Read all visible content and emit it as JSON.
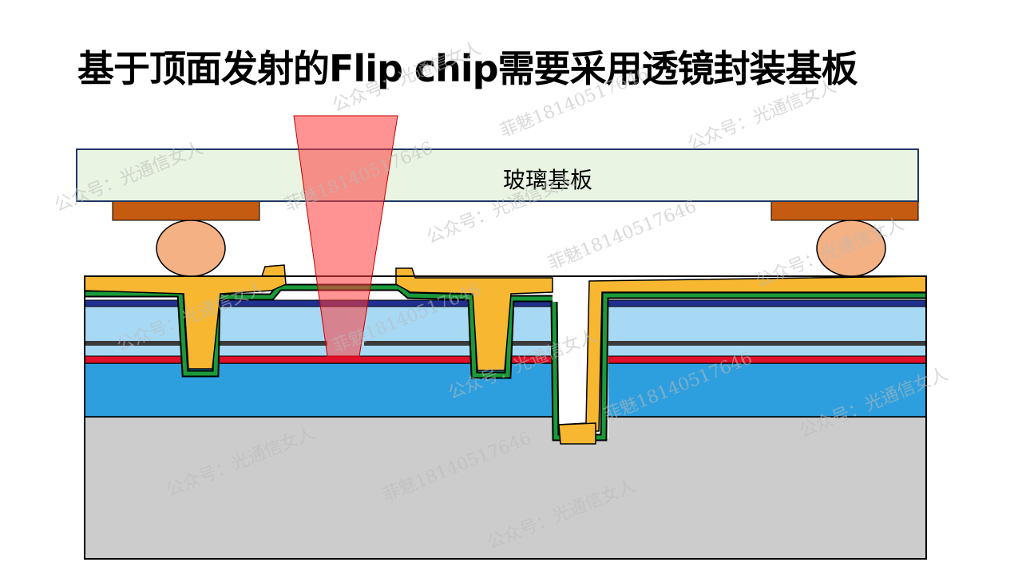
{
  "title": "基于顶面发射的Flip chip需要采用透镜封装基板",
  "diagram": {
    "glass_substrate_label": "玻璃基板"
  },
  "watermark": {
    "account": "公众号：光通信女人",
    "contact": "菲魅18140517646"
  },
  "colors": {
    "glass": "#e9f4e2",
    "glass_border": "#1f3864",
    "bond_pad": "#c55a11",
    "solder_ball": "#f4b183",
    "metal": "#f7b731",
    "passivation": "#1a9a3a",
    "dielectric_top": "#1f2f8f",
    "mesa_light": "#a7d9f5",
    "oxide_line": "#3a3a3a",
    "active_red": "#e0102a",
    "mirror_blue": "#2e9fde",
    "substrate": "#cccccc",
    "laser_beam": "#ff5050"
  }
}
